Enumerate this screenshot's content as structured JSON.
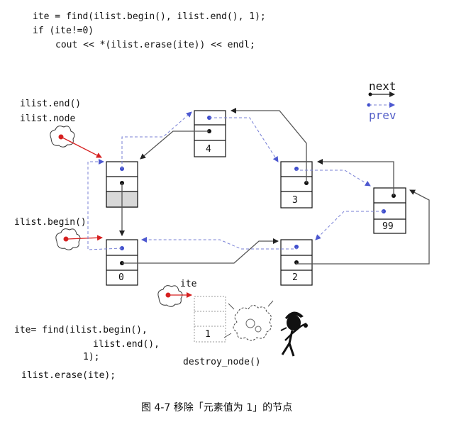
{
  "code": {
    "line1": "ite = find(ilist.begin(), ilist.end(), 1);",
    "line2": "if (ite!=0)",
    "line3": "cout << *(ilist.erase(ite)) << endl;"
  },
  "labels": {
    "end": "ilist.end()",
    "node": "ilist.node",
    "begin": "ilist.begin()",
    "ite": "ite",
    "destroy": "destroy_node()"
  },
  "legend": {
    "next": "next",
    "prev": "prev"
  },
  "nodes": {
    "n4": "4",
    "n3": "3",
    "n99": "99",
    "n2": "2",
    "n0": "0",
    "n1": "1"
  },
  "snippet": {
    "line1": "ite= find(ilist.begin(),",
    "line2": "ilist.end(),",
    "line3": "1);",
    "line4": "ilist.erase(ite);"
  },
  "caption": "图 4-7 移除「元素值为 1」的节点",
  "colors": {
    "next": "#555555",
    "prev": "#7880d6",
    "pointer": "#d62020"
  }
}
